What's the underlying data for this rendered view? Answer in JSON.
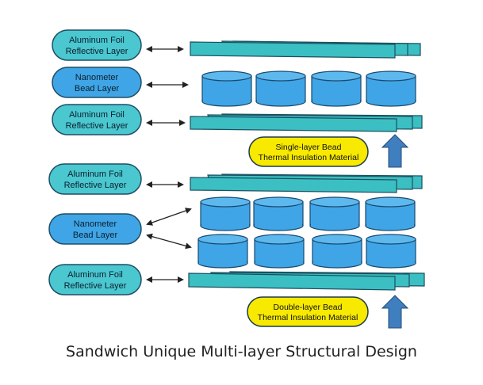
{
  "diagram": {
    "caption": "Sandwich Unique Multi-layer Structural Design",
    "labels": {
      "foil_line1": "Aluminum Foil",
      "foil_line2": "Reflective Layer",
      "bead_line1": "Nanometer",
      "bead_line2": "Bead Layer"
    },
    "single_layer": {
      "line1": "Single-layer Bead",
      "line2": "Thermal Insulation Material"
    },
    "double_layer": {
      "line1": "Double-layer Bead",
      "line2": "Thermal Insulation Material"
    },
    "colors": {
      "label_fill": "#4ac7cf",
      "bead_fill": "#3fa5e6",
      "foil_fill": "#3bbfc2",
      "yellow_fill": "#f7e900",
      "arrow_fill": "#3f7fbf"
    }
  }
}
